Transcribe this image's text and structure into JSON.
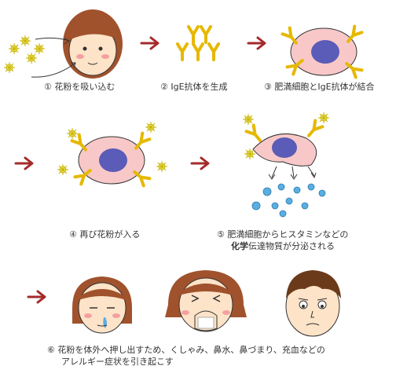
{
  "steps": [
    {
      "num": "①",
      "text": "花粉を吸い込む"
    },
    {
      "num": "②",
      "text": "IgE抗体を生成"
    },
    {
      "num": "③",
      "text": "肥満細胞とIgE抗体が結合"
    },
    {
      "num": "④",
      "text": "再び花粉が入る"
    },
    {
      "num": "⑤",
      "text": "肥満細胞からヒスタミンなどの",
      "line2_bold": "化学",
      "line2": "伝達物質が分泌される"
    },
    {
      "num": "⑥",
      "text": "花粉を体外へ押し出すため、くしゃみ、鼻水、鼻づまり、充血などの",
      "line2": "アレルギー症状を引き起こす"
    }
  ],
  "colors": {
    "arrow": "#a52a2a",
    "cell": "#f8c8c8",
    "nucleus": "#5b5bb8",
    "antibody": "#f1c40f",
    "pollen": "#e8e070",
    "hair": "#a0522d",
    "droplet": "#5aaee0"
  }
}
